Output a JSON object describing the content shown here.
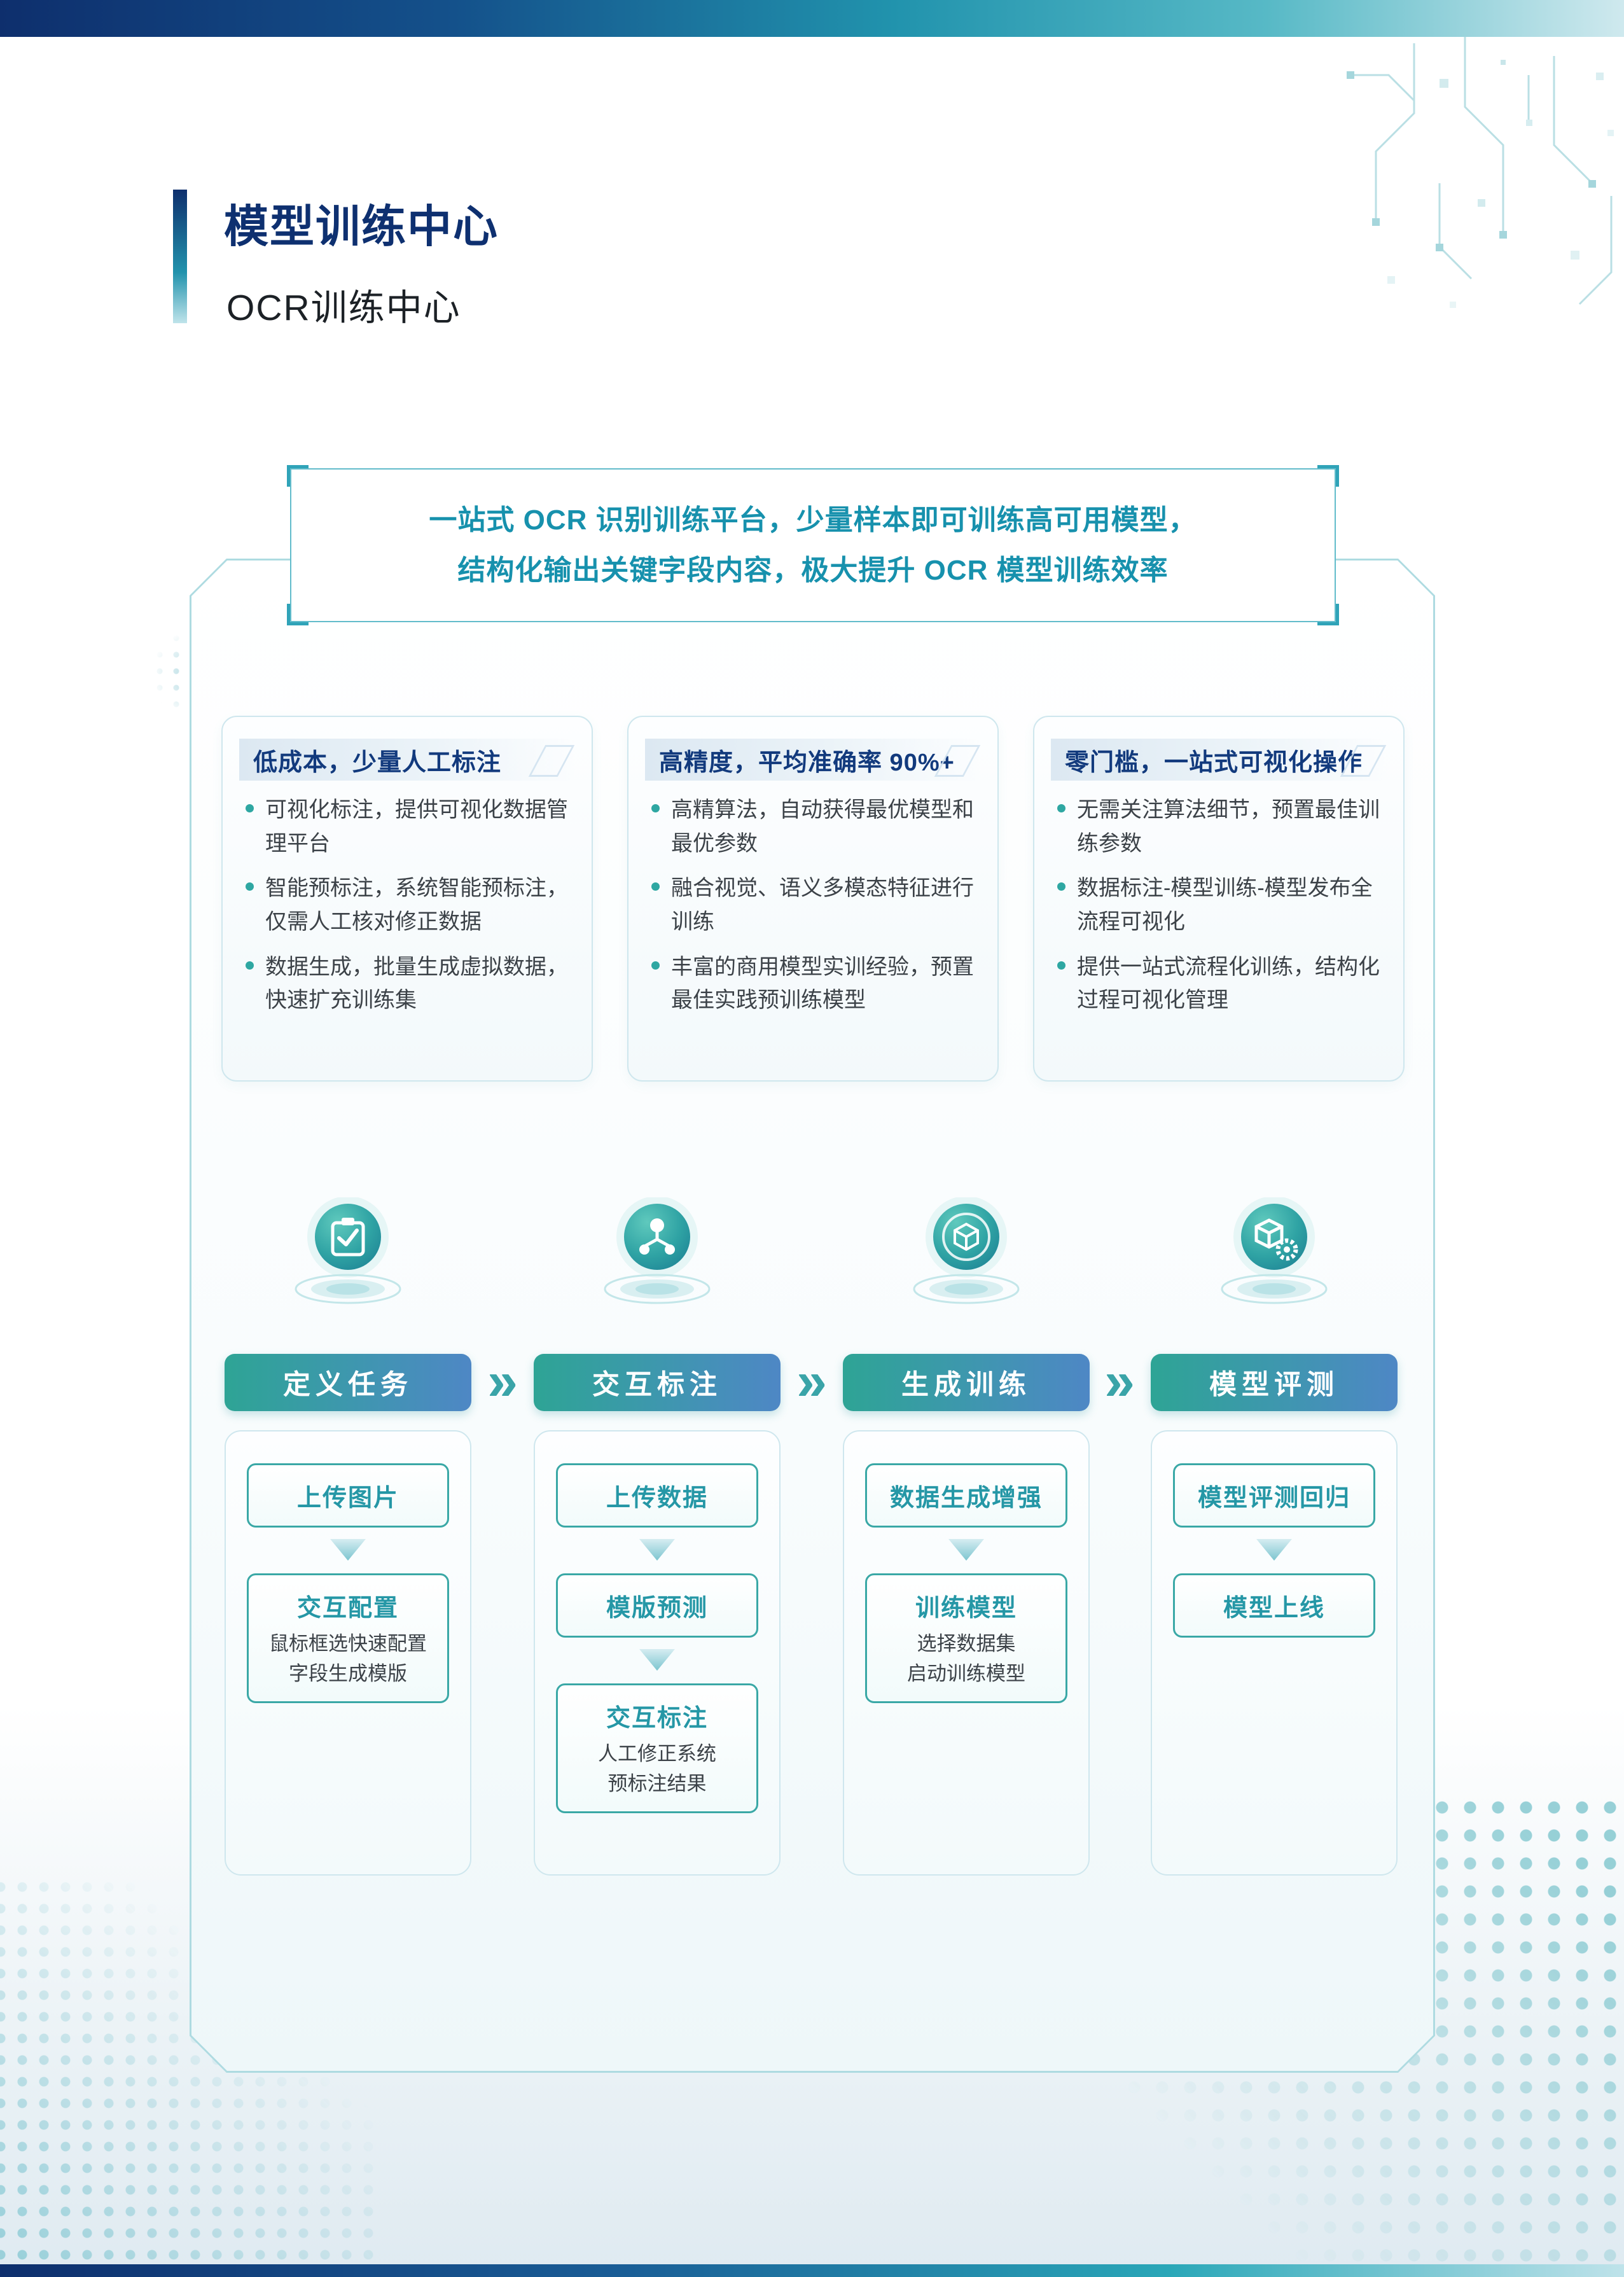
{
  "page": {
    "title": "模型训练中心",
    "subtitle": "OCR训练中心"
  },
  "banner": {
    "line1": "一站式 OCR 识别训练平台，少量样本即可训练高可用模型，",
    "line2": "结构化输出关键字段内容，极大提升 OCR 模型训练效率"
  },
  "features": [
    {
      "title": "低成本，少量人工标注",
      "bullets": [
        "可视化标注，提供可视化数据管理平台",
        "智能预标注，系统智能预标注，仅需人工核对修正数据",
        "数据生成，批量生成虚拟数据，快速扩充训练集"
      ]
    },
    {
      "title": "高精度，平均准确率 90%+",
      "bullets": [
        "高精算法，自动获得最优模型和最优参数",
        "融合视觉、语义多模态特征进行训练",
        "丰富的商用模型实训经验，预置最佳实践预训练模型"
      ]
    },
    {
      "title": "零门槛，一站式可视化操作",
      "bullets": [
        "无需关注算法细节，预置最佳训练参数",
        "数据标注-模型训练-模型发布全流程可视化",
        "提供一站式流程化训练，结构化过程可视化管理"
      ]
    }
  ],
  "pipeline": {
    "separator": "»",
    "stages": [
      {
        "title": "定义任务",
        "icon": "clipboard-check-icon",
        "steps": [
          {
            "label": "上传图片"
          },
          {
            "label": "交互配置",
            "caption": "鼠标框选快速配置\n字段生成模版"
          }
        ]
      },
      {
        "title": "交互标注",
        "icon": "share-network-icon",
        "steps": [
          {
            "label": "上传数据"
          },
          {
            "label": "模版预测"
          },
          {
            "label": "交互标注",
            "caption": "人工修正系统\n预标注结果"
          }
        ]
      },
      {
        "title": "生成训练",
        "icon": "cube-icon",
        "steps": [
          {
            "label": "数据生成增强"
          },
          {
            "label": "训练模型",
            "caption": "选择数据集\n启动训练模型"
          }
        ]
      },
      {
        "title": "模型评测",
        "icon": "cube-gear-icon",
        "steps": [
          {
            "label": "模型评测回归"
          },
          {
            "label": "模型上线"
          }
        ]
      }
    ]
  },
  "colors": {
    "navy": "#0e3070",
    "teal": "#2aa7a0",
    "banner_text": "#1791ad",
    "stage_gradient_start": "#2ea495",
    "stage_gradient_end": "#4e87c5",
    "panel_border": "#aedbe1"
  }
}
